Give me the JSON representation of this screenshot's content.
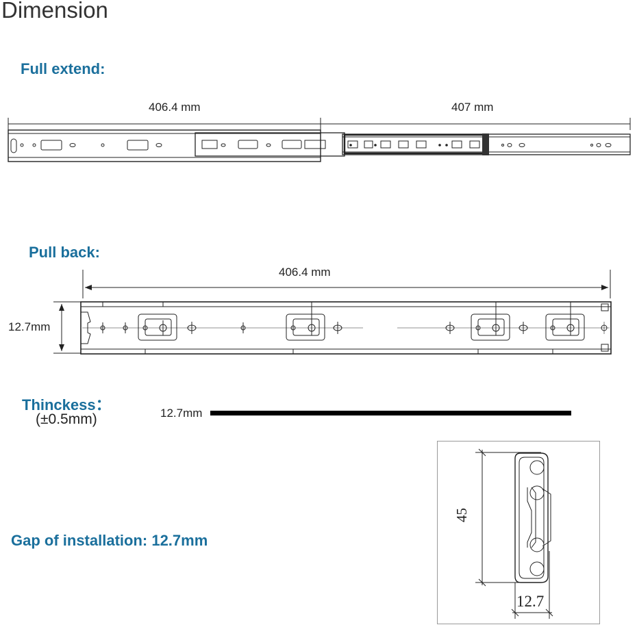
{
  "title": "Dimension",
  "colors": {
    "heading": "#1a6f9c",
    "line": "#222222"
  },
  "full_extend": {
    "heading": "Full extend:",
    "dim_left": "406.4 mm",
    "dim_right": "407  mm"
  },
  "pull_back": {
    "heading": "Pull back:",
    "length": "406.4 mm",
    "height": "12.7mm"
  },
  "thickness": {
    "heading": "Thinckess：",
    "tolerance": "(±0.5mm)",
    "value": "12.7mm"
  },
  "gap": {
    "label": "Gap of installation: 12.7mm"
  },
  "cross_section": {
    "height": "45",
    "width": "12.7"
  }
}
